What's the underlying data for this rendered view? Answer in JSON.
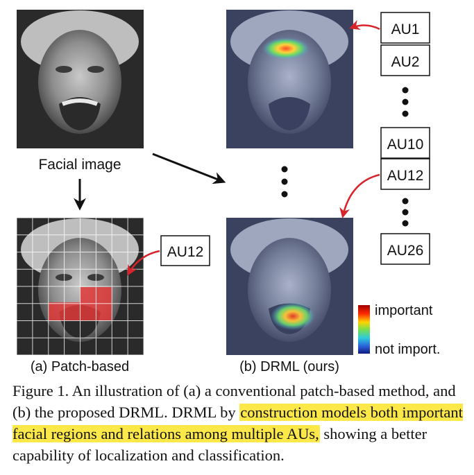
{
  "labels": {
    "facial_image": "Facial image",
    "patch_based": "(a) Patch-based",
    "drml": "(b) DRML (ours)",
    "important": "important",
    "not_important": "not import."
  },
  "au_boxes": [
    "AU1",
    "AU2",
    "AU10",
    "AU12",
    "AU26"
  ],
  "patch_au_label": "AU12",
  "caption": {
    "part1": "Figure 1. An illustration of (a) a conventional patch-based method, and (b) the proposed DRML. DRML by ",
    "highlight": "construction models both important facial regions and relations among multiple AUs,",
    "part2": " showing a better capability of localization and classification."
  },
  "colors": {
    "patch_highlight": "#e03a3a",
    "arrow_red": "#d8232a",
    "highlighter": "#fde84a"
  }
}
